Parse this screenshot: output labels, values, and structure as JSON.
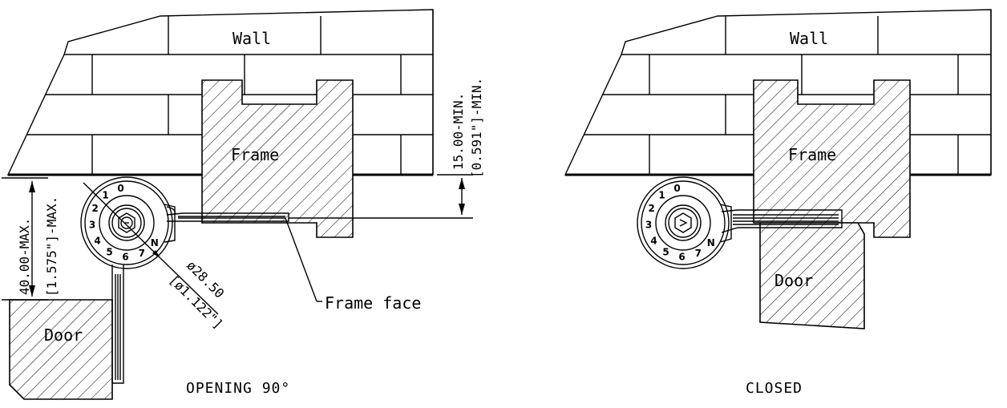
{
  "left_view": {
    "wall_label": "Wall",
    "frame_label": "Frame",
    "door_label": "Door",
    "frame_face_label": "Frame face",
    "dim_top_mm": "15.00-MIN.",
    "dim_top_in": "[0.591\"]-MIN.",
    "dim_left_mm": "40.00-MAX.",
    "dim_left_in": "[1.575\"]-MAX.",
    "dim_dia_mm": "ø28.50",
    "dim_dia_in": "[ø1.122\"]",
    "caption": "OPENING 90°"
  },
  "right_view": {
    "wall_label": "Wall",
    "frame_label": "Frame",
    "door_label": "Door",
    "caption": "CLOSED"
  },
  "dial_numbers": [
    "0",
    "1",
    "2",
    "3",
    "4",
    "5",
    "6",
    "7",
    "N"
  ]
}
